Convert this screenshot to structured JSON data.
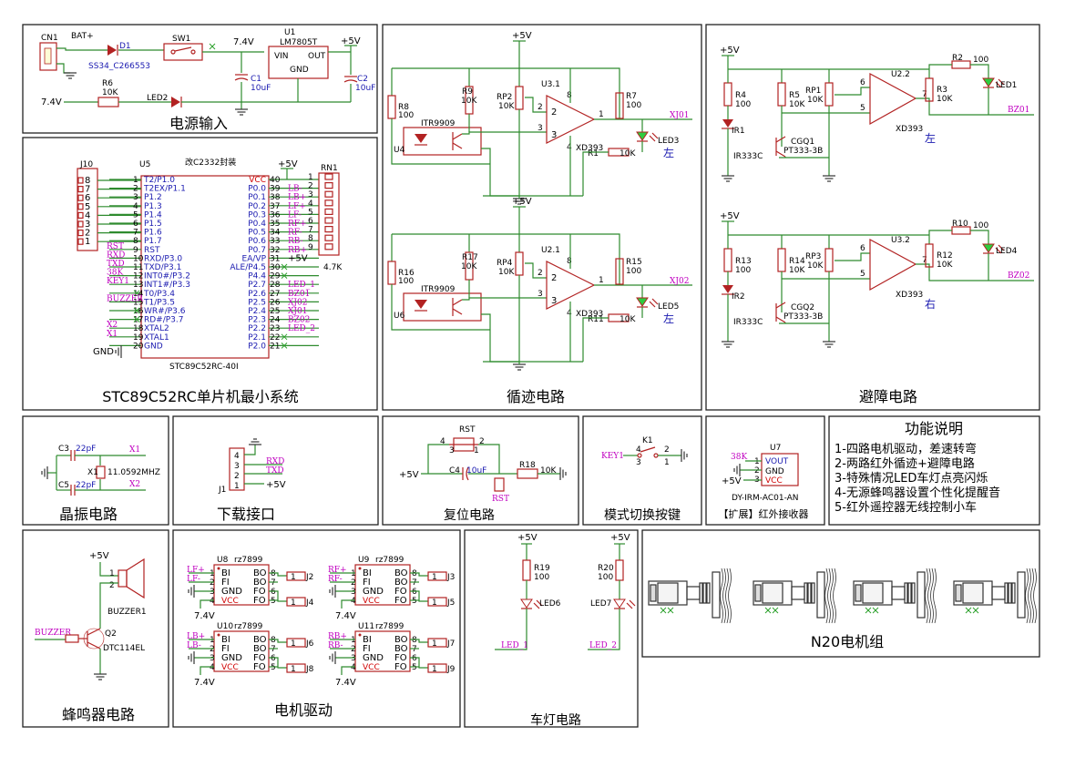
{
  "sections": {
    "power": "电源输入",
    "mcu": "STC89C52RC单片机最小系统",
    "track": "循迹电路",
    "avoid": "避障电路",
    "crystal": "晶振电路",
    "download": "下载接口",
    "reset": "复位电路",
    "mode": "模式切换按键",
    "ir": "【扩展】红外接收器",
    "func": "功能说明",
    "buzzer": "蜂鸣器电路",
    "motor": "电机驱动",
    "lamp": "车灯电路",
    "n20": "N20电机组"
  },
  "features": [
    "1-四路电机驱动，差速转弯",
    "2-两路红外循迹+避障电路",
    "3-特殊情况LED车灯点亮闪烁",
    "4-无源蜂鸣器设置个性化提醒音",
    "5-红外遥控器无线控制小车"
  ],
  "power": {
    "cn1": "CN1",
    "bat": "BAT+",
    "d1": "D1",
    "d1v": "SS34_C266553",
    "sw1": "SW1",
    "v74": "7.4V",
    "u1": "U1",
    "u1v": "LM7805T",
    "vin": "VIN",
    "out": "OUT",
    "gnd": "GND",
    "p5": "+5V",
    "c1": "C1",
    "c1v": "10uF",
    "c2": "C2",
    "c2v": "10uF",
    "r6": "R6",
    "r6v": "10K",
    "led2": "LED2",
    "v74l": "7.4V"
  },
  "mcu": {
    "j10": "J10",
    "u5": "U5",
    "note": "改C2332封装",
    "p5": "+5V",
    "rn1": "RN1",
    "rn1v": "4.7K",
    "part": "STC89C52RC-40I",
    "gnd": "GND",
    "left_pins": [
      [
        "1",
        "T2/P1.0",
        ""
      ],
      [
        "2",
        "T2EX/P1.1",
        ""
      ],
      [
        "3",
        "P1.2",
        ""
      ],
      [
        "4",
        "P1.3",
        ""
      ],
      [
        "5",
        "P1.4",
        ""
      ],
      [
        "6",
        "P1.5",
        ""
      ],
      [
        "7",
        "P1.6",
        ""
      ],
      [
        "8",
        "P1.7",
        ""
      ],
      [
        "9",
        "RST",
        "RST"
      ],
      [
        "10",
        "RXD/P3.0",
        "RXD"
      ],
      [
        "11",
        "TXD/P3.1",
        "TXD"
      ],
      [
        "12",
        "INT0#/P3.2",
        "38K"
      ],
      [
        "13",
        "INT1#/P3.3",
        "KEY1"
      ],
      [
        "14",
        "T0/P3.4",
        ""
      ],
      [
        "15",
        "T1/P3.5",
        "BUZZER"
      ],
      [
        "16",
        "WR#/P3.6",
        ""
      ],
      [
        "17",
        "RD#/P3.7",
        ""
      ],
      [
        "18",
        "XTAL2",
        "X2"
      ],
      [
        "19",
        "XTAL1",
        "X1"
      ],
      [
        "20",
        "GND",
        ""
      ]
    ],
    "right_pins": [
      [
        "40",
        "VCC",
        ""
      ],
      [
        "39",
        "P0.0",
        "LB-"
      ],
      [
        "38",
        "P0.1",
        "LB+"
      ],
      [
        "37",
        "P0.2",
        "LF+"
      ],
      [
        "36",
        "P0.3",
        "LF-"
      ],
      [
        "35",
        "P0.4",
        "RF+"
      ],
      [
        "34",
        "P0.5",
        "RF-"
      ],
      [
        "33",
        "P0.6",
        "RB-"
      ],
      [
        "32",
        "P0.7",
        "RB+"
      ],
      [
        "31",
        "EA/VP",
        "+5V"
      ],
      [
        "30",
        "ALE/P4.5",
        ""
      ],
      [
        "29",
        "P4.4",
        ""
      ],
      [
        "28",
        "P2.7",
        "LED_1"
      ],
      [
        "27",
        "P2.6",
        "BZ01"
      ],
      [
        "26",
        "P2.5",
        "XJ02"
      ],
      [
        "25",
        "P2.4",
        "XJ01"
      ],
      [
        "24",
        "P2.3",
        "BZ02"
      ],
      [
        "23",
        "P2.2",
        "LED_2"
      ],
      [
        "22",
        "P2.1",
        ""
      ],
      [
        "21",
        "P2.0",
        ""
      ]
    ],
    "j10_pins": [
      "8",
      "7",
      "6",
      "5",
      "4",
      "3",
      "2",
      "1"
    ],
    "rn1_pins": [
      "1",
      "2",
      "3",
      "4",
      "5",
      "6",
      "7",
      "8",
      "9"
    ]
  },
  "track": [
    {
      "vcc": "+5V",
      "r8": "R8",
      "r8v": "100",
      "itr": "ITR9909",
      "u": "U4",
      "r9": "R9",
      "r9v": "10K",
      "rp": "RP2",
      "rpv": "10K",
      "u3": "U3.1",
      "r7": "R7",
      "r7v": "100",
      "net": "XJ01",
      "led": "LED3",
      "r1": "R1",
      "r1v": "10K",
      "xd": "XD393",
      "side": "左",
      "p1": "1",
      "p2": "2",
      "p3": "3",
      "p4": "4",
      "p8": "8"
    },
    {
      "vcc": "+5V",
      "r8": "R16",
      "r8v": "100",
      "itr": "ITR9909",
      "u": "U6",
      "r9": "R17",
      "r9v": "10K",
      "rp": "RP4",
      "rpv": "10K",
      "u3": "U2.1",
      "r7": "R15",
      "r7v": "100",
      "net": "XJ02",
      "led": "LED5",
      "r1": "R11",
      "r1v": "10K",
      "xd": "XD393",
      "side": "左",
      "p1": "1",
      "p2": "2",
      "p3": "3",
      "p4": "4",
      "p8": "8"
    }
  ],
  "avoid": [
    {
      "vcc": "+5V",
      "r4": "R4",
      "r4v": "100",
      "ir": "IR1",
      "irv": "IR333C",
      "r5": "R5",
      "r5v": "10K",
      "rp": "RP1",
      "rpv": "10K",
      "cgq": "CGQ1",
      "cgqv": "PT333-3B",
      "r2": "R2",
      "r2v": "100",
      "r3": "R3",
      "r3v": "10K",
      "u": "U2.2",
      "xd": "XD393",
      "led": "LED1",
      "net": "BZ01",
      "side": "左",
      "p6": "6",
      "p5": "5",
      "p7": "7"
    },
    {
      "vcc": "+5V",
      "r4": "R13",
      "r4v": "100",
      "ir": "IR2",
      "irv": "IR333C",
      "r5": "R14",
      "r5v": "10K",
      "rp": "RP3",
      "rpv": "10K",
      "cgq": "CGQ2",
      "cgqv": "PT333-3B",
      "r2": "R10",
      "r2v": "100",
      "r3": "R12",
      "r3v": "10K",
      "u": "U3.2",
      "xd": "XD393",
      "led": "LED4",
      "net": "BZ02",
      "side": "右",
      "p6": "6",
      "p5": "5",
      "p7": "7"
    }
  ],
  "crystal": {
    "c3": "C3",
    "c3v": "22pF",
    "c5": "C5",
    "c5v": "22pF",
    "x1": "X1",
    "x1v": "11.0592MHZ",
    "n1": "X1",
    "n2": "X2"
  },
  "download": {
    "j1": "J1",
    "rxd": "RXD",
    "txd": "TXD",
    "p5": "+5V",
    "pins": [
      "4",
      "3",
      "2",
      "1"
    ]
  },
  "reset": {
    "rst": "RST",
    "c4": "C4",
    "c4v": "10uF",
    "r18": "R18",
    "r18v": "10K",
    "p5": "+5V",
    "rstnet": "RST",
    "pins": [
      "4",
      "3",
      "2",
      "1"
    ]
  },
  "mode": {
    "key1": "KEY1",
    "k1": "K1",
    "pins": [
      "4",
      "3",
      "2",
      "1"
    ]
  },
  "irrx": {
    "u7": "U7",
    "vout": "VOUT",
    "gnd": "GND",
    "vcc": "VCC",
    "n38": "38K",
    "p5": "+5V",
    "part": "DY-IRM-AC01-AN",
    "pins": [
      "1",
      "2",
      "3"
    ]
  },
  "buzzer": {
    "p5": "+5V",
    "bz": "BUZZER1",
    "net": "BUZZER",
    "q2": "Q2",
    "q2v": "DTC114EL",
    "p1": "1",
    "p2": "2"
  },
  "motor": [
    {
      "u": "U8",
      "part": "rz7899",
      "in1": "LF+",
      "in2": "LF-",
      "j1": "J2",
      "j2": "J4"
    },
    {
      "u": "U9",
      "part": "rz7899",
      "in1": "RF+",
      "in2": "RF-",
      "j1": "J3",
      "j2": "J5"
    },
    {
      "u": "U10",
      "part": "rz7899",
      "in1": "LB+",
      "in2": "LB-",
      "j1": "J6",
      "j2": "J8"
    },
    {
      "u": "U11",
      "part": "rz7899",
      "in1": "RB+",
      "in2": "RB-",
      "j1": "J7",
      "j2": "J9"
    }
  ],
  "motor_pins": {
    "bi": "BI",
    "fi": "FI",
    "gnd": "GND",
    "vcc": "VCC",
    "bo": "BO",
    "fo": "FO",
    "v": "7.4V",
    "n1": "1",
    "n2": "2",
    "n3": "3",
    "n4": "4",
    "n5": "5",
    "n6": "6",
    "n7": "7",
    "n8": "8"
  },
  "lamp": [
    {
      "vcc": "+5V",
      "r": "R19",
      "rv": "100",
      "led": "LED6",
      "net": "LED_1"
    },
    {
      "vcc": "+5V",
      "r": "R20",
      "rv": "100",
      "led": "LED7",
      "net": "LED_2"
    }
  ]
}
